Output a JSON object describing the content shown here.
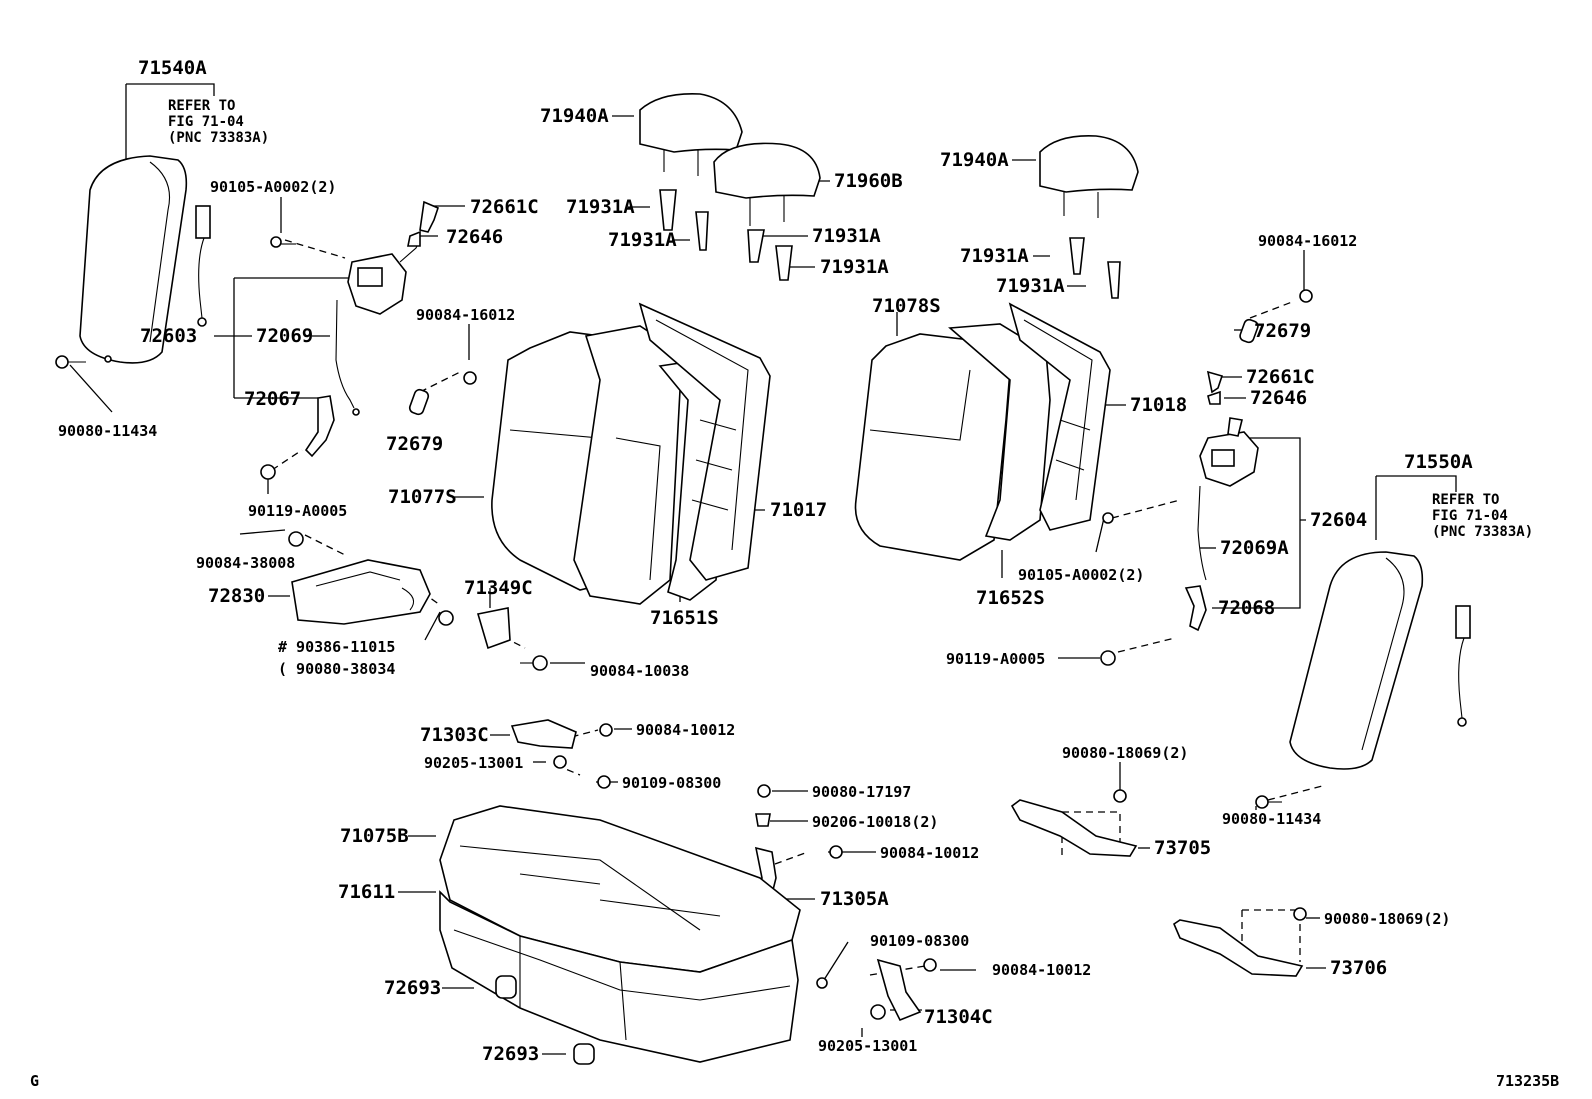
{
  "diagram_code": "713235B",
  "corner_mark": "G",
  "notes": {
    "left": [
      "REFER TO",
      "FIG 71-04",
      "(PNC 73383A)"
    ],
    "right": [
      "REFER TO",
      "FIG 71-04",
      "(PNC 73383A)"
    ]
  },
  "labels": {
    "p71540A": "71540A",
    "p90105_A0002_2_l": "90105-A0002(2)",
    "p72661C_l": "72661C",
    "p72646_l": "72646",
    "p72603": "72603",
    "p72069": "72069",
    "p72067": "72067",
    "p90080_11434_l": "90080-11434",
    "p90119_A0005_l": "90119-A0005",
    "p90084_38008": "90084-38008",
    "p72830": "72830",
    "p90386_11015": "# 90386-11015",
    "p90080_38034": "( 90080-38034",
    "p90084_16012_l": "90084-16012",
    "p72679_l": "72679",
    "p71940A_l": "71940A",
    "p71931A_1": "71931A",
    "p71931A_2": "71931A",
    "p71960B": "71960B",
    "p71931A_3": "71931A",
    "p71931A_4": "71931A",
    "p71077S": "71077S",
    "p71017": "71017",
    "p71651S": "71651S",
    "p71349C": "71349C",
    "p90084_10038": "90084-10038",
    "p71940A_r": "71940A",
    "p71931A_5": "71931A",
    "p71931A_6": "71931A",
    "p71078S": "71078S",
    "p71018": "71018",
    "p71652S": "71652S",
    "p90084_16012_r": "90084-16012",
    "p72679_r": "72679",
    "p72661C_r": "72661C",
    "p72646_r": "72646",
    "p72604": "72604",
    "p72069A": "72069A",
    "p90105_A0002_2_r": "90105-A0002(2)",
    "p72068": "72068",
    "p90119_A0005_r": "90119-A0005",
    "p71550A": "71550A",
    "p90080_11434_r": "90080-11434",
    "p71303C": "71303C",
    "p90084_10012_1": "90084-10012",
    "p90205_13001_1": "90205-13001",
    "p90109_08300_1": "90109-08300",
    "p90080_17197": "90080-17197",
    "p90206_10018_2": "90206-10018(2)",
    "p90084_10012_2": "90084-10012",
    "p71305A": "71305A",
    "p71075B": "71075B",
    "p71611": "71611",
    "p72693_1": "72693",
    "p72693_2": "72693",
    "p90109_08300_2": "90109-08300",
    "p90084_10012_3": "90084-10012",
    "p71304C": "71304C",
    "p90205_13001_2": "90205-13001",
    "p90080_18069_2_a": "90080-18069(2)",
    "p73705": "73705",
    "p90080_18069_2_b": "90080-18069(2)",
    "p73706": "73706"
  }
}
